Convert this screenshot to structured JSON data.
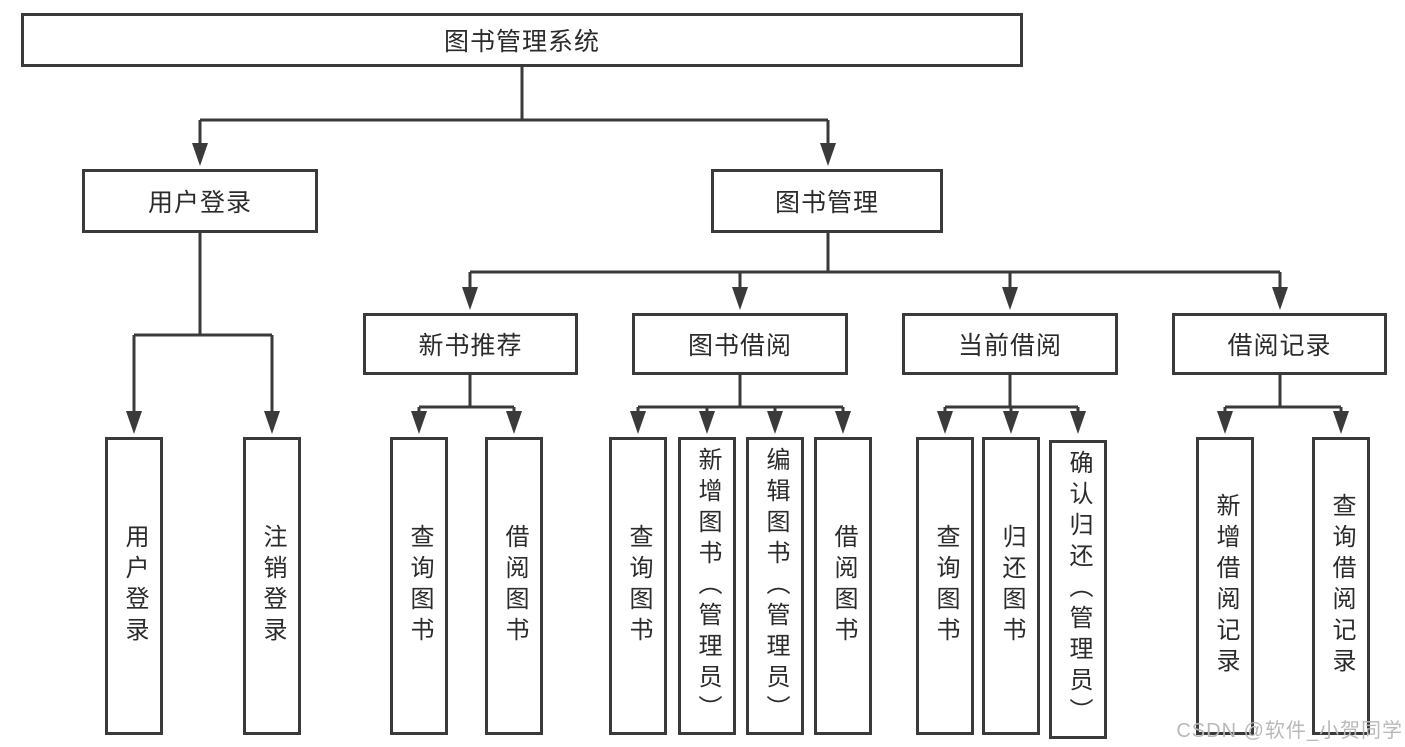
{
  "tree": {
    "label": "图书管理系统",
    "children": [
      {
        "label": "用户登录",
        "children": [
          {
            "label": "用户登录"
          },
          {
            "label": "注销登录"
          }
        ]
      },
      {
        "label": "图书管理",
        "children": [
          {
            "label": "新书推荐",
            "children": [
              {
                "label": "查询图书"
              },
              {
                "label": "借阅图书"
              }
            ]
          },
          {
            "label": "图书借阅",
            "children": [
              {
                "label": "查询图书"
              },
              {
                "label": "新增图书（管理员）"
              },
              {
                "label": "编辑图书（管理员）"
              },
              {
                "label": "借阅图书"
              }
            ]
          },
          {
            "label": "当前借阅",
            "children": [
              {
                "label": "查询图书"
              },
              {
                "label": "归还图书"
              },
              {
                "label": "确认归还（管理员）"
              }
            ]
          },
          {
            "label": "借阅记录",
            "children": [
              {
                "label": "新增借阅记录"
              },
              {
                "label": "查询借阅记录"
              }
            ]
          }
        ]
      }
    ]
  },
  "watermark": "CSDN @软件_小贺同学",
  "colors": {
    "line": "#3a3a3a",
    "box_background": "#ffffff",
    "text": "#2b2b2b",
    "watermark_text": "#b9b9b9"
  }
}
